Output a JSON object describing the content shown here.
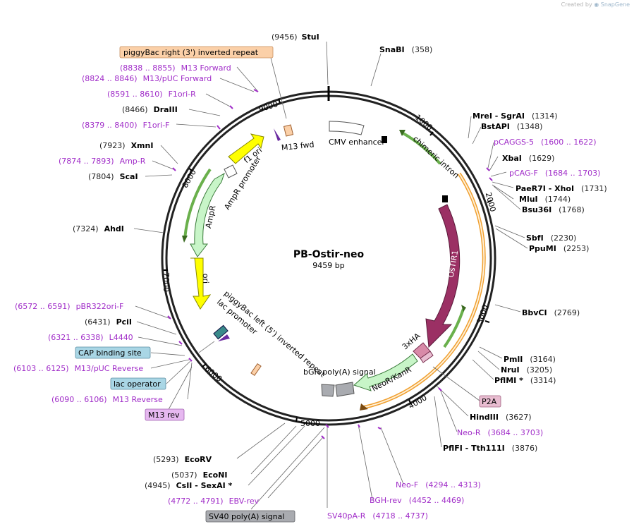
{
  "credit": {
    "prefix": "Created by",
    "brand": "SnapGene"
  },
  "plasmid": {
    "name": "PB-Ostir-neo",
    "size": "9459 bp"
  },
  "ticks": [
    "1000",
    "2000",
    "3000",
    "4000",
    "5000",
    "6000",
    "7000",
    "8000",
    "9000"
  ],
  "enzymes": [
    {
      "name": "StuI",
      "pos": "(9456)"
    },
    {
      "name": "SnaBI",
      "pos": "(358)"
    },
    {
      "name": "MreI",
      "sep": " - ",
      "name2": "SgrAI",
      "pos": "(1314)"
    },
    {
      "name": "BstAPI",
      "pos": "(1348)"
    },
    {
      "name": "XbaI",
      "pos": "(1629)"
    },
    {
      "name": "PaeR7I",
      "sep": " - ",
      "name2": "XhoI",
      "pos": "(1731)"
    },
    {
      "name": "MluI",
      "pos": "(1744)"
    },
    {
      "name": "Bsu36I",
      "pos": "(1768)"
    },
    {
      "name": "SbfI",
      "pos": "(2230)"
    },
    {
      "name": "PpuMI",
      "pos": "(2253)"
    },
    {
      "name": "BbvCI",
      "pos": "(2769)"
    },
    {
      "name": "PmlI",
      "pos": "(3164)"
    },
    {
      "name": "NruI",
      "pos": "(3205)"
    },
    {
      "name": "PflMI *",
      "pos": "(3314)"
    },
    {
      "name": "HindIII",
      "pos": "(3627)"
    },
    {
      "name": "PflFI",
      "sep": " - ",
      "name2": "Tth111I",
      "pos": "(3876)"
    },
    {
      "name": "EcoRV",
      "pos": "(5293)"
    },
    {
      "name": "EcoNI",
      "pos": "(5037)"
    },
    {
      "name": "CsII",
      "sep": " - ",
      "name2": "SexAI *",
      "pos": "(4945)"
    },
    {
      "name": "PciI",
      "pos": "(6431)"
    },
    {
      "name": "AhdI",
      "pos": "(7324)"
    },
    {
      "name": "XmnI",
      "pos": "(7923)"
    },
    {
      "name": "ScaI",
      "pos": "(7804)"
    },
    {
      "name": "DraIII",
      "pos": "(8466)"
    }
  ],
  "primers": [
    {
      "name": "M13 Forward",
      "range": "(8838 .. 8855)"
    },
    {
      "name": "M13/pUC Forward",
      "range": "(8824 .. 8846)"
    },
    {
      "name": "F1ori-R",
      "range": "(8591 .. 8610)"
    },
    {
      "name": "F1ori-F",
      "range": "(8379 .. 8400)"
    },
    {
      "name": "Amp-R",
      "range": "(7874 .. 7893)"
    },
    {
      "name": "pCAGGS-5",
      "range": "(1600 .. 1622)"
    },
    {
      "name": "pCAG-F",
      "range": "(1684 .. 1703)"
    },
    {
      "name": "pBR322ori-F",
      "range": "(6572 .. 6591)"
    },
    {
      "name": "L4440",
      "range": "(6321 .. 6338)"
    },
    {
      "name": "M13/pUC Reverse",
      "range": "(6103 .. 6125)"
    },
    {
      "name": "M13 Reverse",
      "range": "(6090 .. 6106)"
    },
    {
      "name": "Neo-R",
      "range": "(3684 .. 3703)"
    },
    {
      "name": "Neo-F",
      "range": "(4294 .. 4313)"
    },
    {
      "name": "BGH-rev",
      "range": "(4452 .. 4469)"
    },
    {
      "name": "SV40pA-R",
      "range": "(4718 .. 4737)"
    },
    {
      "name": "EBV-rev",
      "range": "(4772 .. 4791)"
    }
  ],
  "boxed_features": [
    {
      "name": "piggyBac right (3') inverted repeat",
      "color": "#fbd0a8"
    },
    {
      "name": "CAP binding site",
      "color": "#a9d6e5"
    },
    {
      "name": "lac operator",
      "color": "#a9d6e5"
    },
    {
      "name": "M13 rev",
      "color": "#e6b8f0"
    },
    {
      "name": "P2A",
      "color": "#e8bcd0"
    },
    {
      "name": "SV40 poly(A) signal",
      "color": "#a9abb0"
    }
  ],
  "features": {
    "cmv_enhancer": "CMV enhancer",
    "chimeric_intron": "chimeric intron",
    "ostir1": "OsTIR1",
    "ha3x": "3xHA",
    "neor": "NeoR/KanR",
    "bgh": "bGH poly(A) signal",
    "pb_left": "piggyBac left (5') inverted repeat",
    "lac_promoter": "lac promoter",
    "ori": "ori",
    "ampr": "AmpR",
    "ampr_promoter": "AmpR promoter",
    "f1ori": "f1 ori",
    "m13fwd": "M13 fwd"
  },
  "colors": {
    "ostir1": "#9b3064",
    "neor": "#c8f5c8",
    "ampr": "#c8f5c8",
    "ori": "#ffff00",
    "orf": "#f0a030",
    "orf_inner": "#6ab04c",
    "primer": "#a02cc8",
    "backbone": "#222222"
  }
}
